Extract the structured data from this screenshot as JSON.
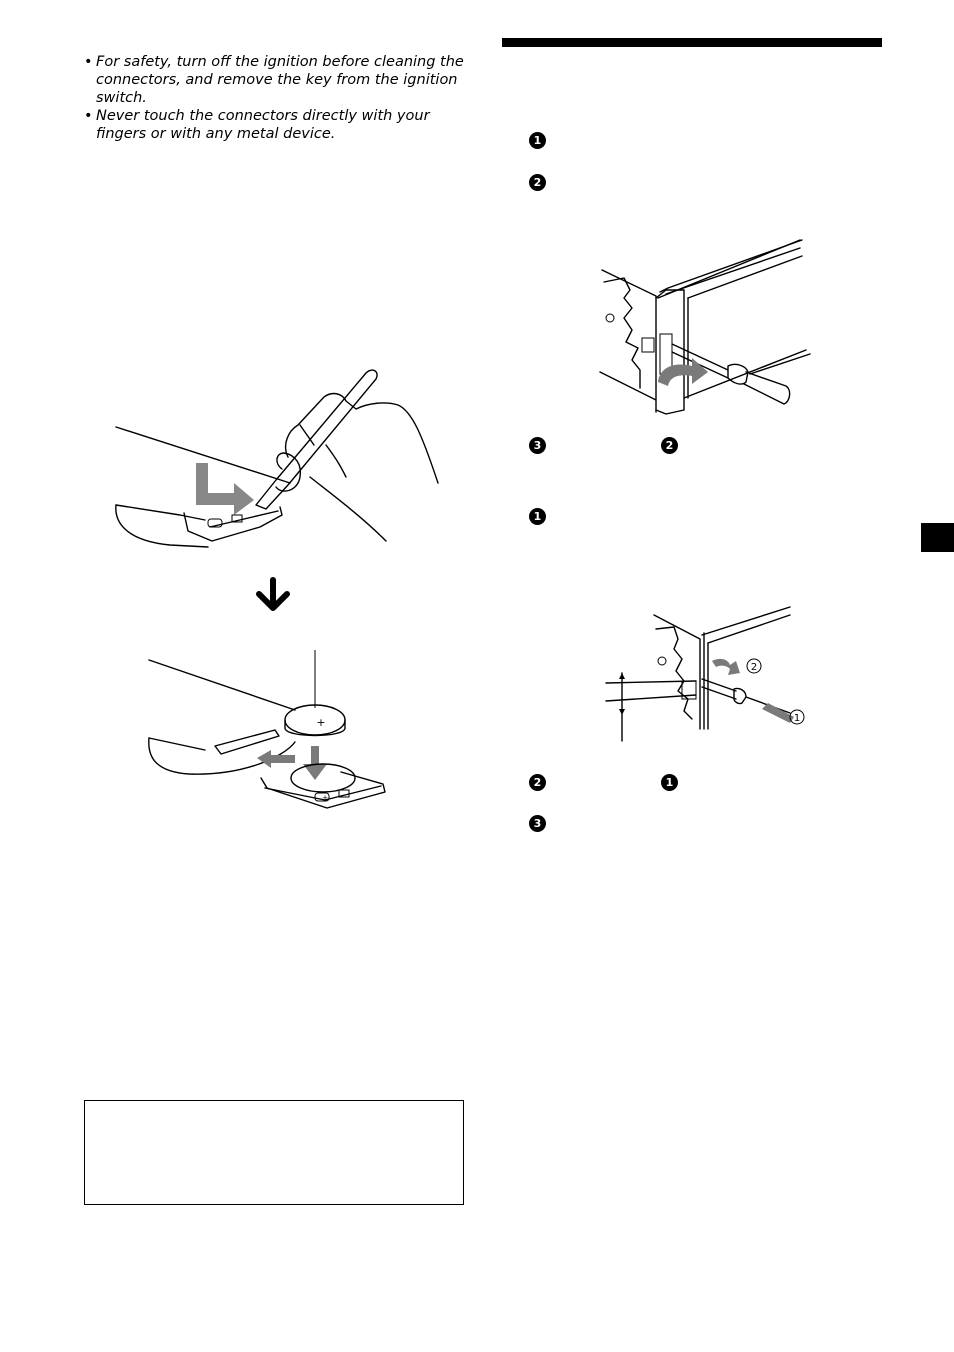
{
  "left_column": {
    "bullets": [
      "For safety, turn off the ignition before cleaning the connectors, and remove the key from the ignition switch.",
      "Never touch the connectors directly with your fingers or with any metal device."
    ]
  },
  "right_column": {
    "step_markers_group1": [
      "1",
      "2",
      "3",
      "2"
    ],
    "step_markers_group2": [
      "1",
      "2",
      "1",
      "3"
    ]
  },
  "figures": {
    "release_callouts": [
      "2",
      "1"
    ],
    "battery_symbol": "+",
    "battery_symbol_tray": "+"
  },
  "colors": {
    "ink": "#000000",
    "arrow_gray": "#7a7a7a",
    "paper": "#ffffff"
  }
}
